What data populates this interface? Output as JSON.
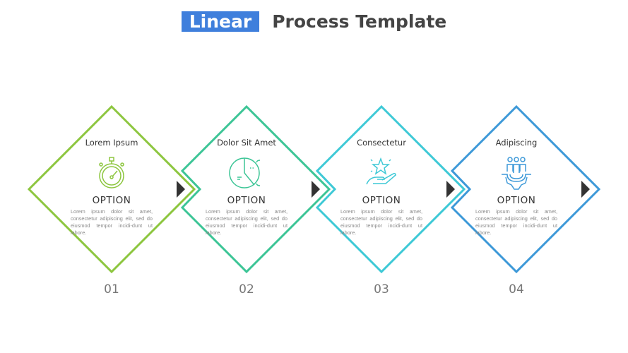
{
  "title": {
    "highlight": "Linear",
    "rest": "Process Template"
  },
  "steps": [
    {
      "number": "01",
      "heading": "Lorem Ipsum",
      "icon": "stopwatch-icon",
      "option": "OPTION",
      "desc": "Lorem ipsum dolor sit amet, consectetur adipiscing elit, sed do eiusmod tempor incidi-dunt ut labore.",
      "color": "#8dc63f"
    },
    {
      "number": "02",
      "heading": "Dolor Sit Amet",
      "icon": "pie-chart-icon",
      "option": "OPTION",
      "desc": "Lorem ipsum dolor sit amet, consectetur adipiscing elit, sed do eiusmod tempor incidi-dunt ut labore.",
      "color": "#3cc596"
    },
    {
      "number": "03",
      "heading": "Consectetur",
      "icon": "star-in-hand-icon",
      "option": "OPTION",
      "desc": "Lorem ipsum dolor sit amet, consectetur adipiscing elit, sed do eiusmod tempor incidi-dunt ut labore.",
      "color": "#3ec9d6"
    },
    {
      "number": "04",
      "heading": "Adipiscing",
      "icon": "team-gear-icon",
      "option": "OPTION",
      "desc": "Lorem ipsum dolor sit amet, consectetur adipiscing elit, sed do eiusmod tempor incidi-dunt ut labore.",
      "color": "#3d99d8"
    }
  ],
  "arrow_color": "#333333"
}
